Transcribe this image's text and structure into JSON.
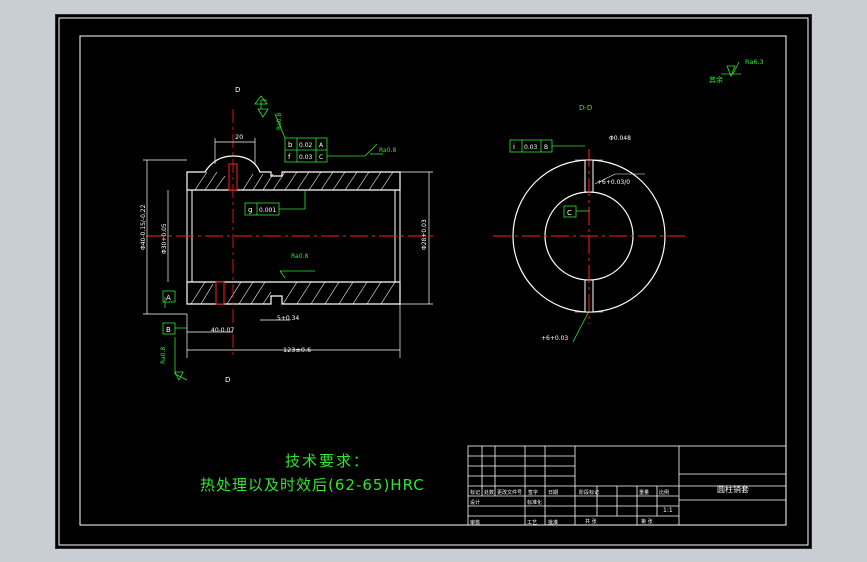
{
  "colors": {
    "background": "#000000",
    "frame": "#ffffff",
    "outline": "#ffffff",
    "hatch": "#ffffff",
    "centerline": "#ff2020",
    "annotation": "#2fe62f",
    "dimension": "#2fe62f",
    "text_green": "#2fe62f"
  },
  "tech_requirements": {
    "title": "技术要求：",
    "line1": "热处理以及时效后(62-65)HRC"
  },
  "labels": {
    "view_top": "D",
    "view_bottom": "D",
    "section_title": "D-D",
    "roughness_topright": "Ra6.3",
    "roughness_prefix": "其余",
    "datum_a": "A",
    "datum_b": "B",
    "datum_c": "C"
  },
  "dimensions": {
    "d_20": "20",
    "d_outer": "Φ40-0.15/-0.22",
    "d_inner": "Φ30+0.05",
    "d_right": "Φ28+0.03",
    "d_5": "5+0.34",
    "d_40": "40-0.07",
    "d_123": "123±0.6",
    "slot_top": "+6+0.03/0",
    "slot_ref": "Φ0.048",
    "slot_bottom": "+6+0.03",
    "ra_top": "Ra0.8",
    "ra_mid": "Ra0.8",
    "ra_low": "Ra0.8",
    "ra_left": "Ra0.8"
  },
  "tolerances": {
    "fcf1_sym": "b",
    "fcf1_val": "0.02",
    "fcf1_ref": "A",
    "fcf2_sym": "f",
    "fcf2_val": "0.03",
    "fcf2_ref": "C",
    "fcf3_sym": "g",
    "fcf3_val": "0.001",
    "fcf4_sym": "i",
    "fcf4_val": "0.03",
    "fcf4_ref": "B"
  },
  "title_block": {
    "part_name": "圆柱销套",
    "scale": "1:1",
    "cells": [
      "标记",
      "处数",
      "更改文件号",
      "签字",
      "日期",
      "设计",
      "标准化",
      "审核",
      "工艺",
      "批准",
      "阶段标记",
      "重量",
      "比例",
      "共 张",
      "第 张"
    ]
  }
}
